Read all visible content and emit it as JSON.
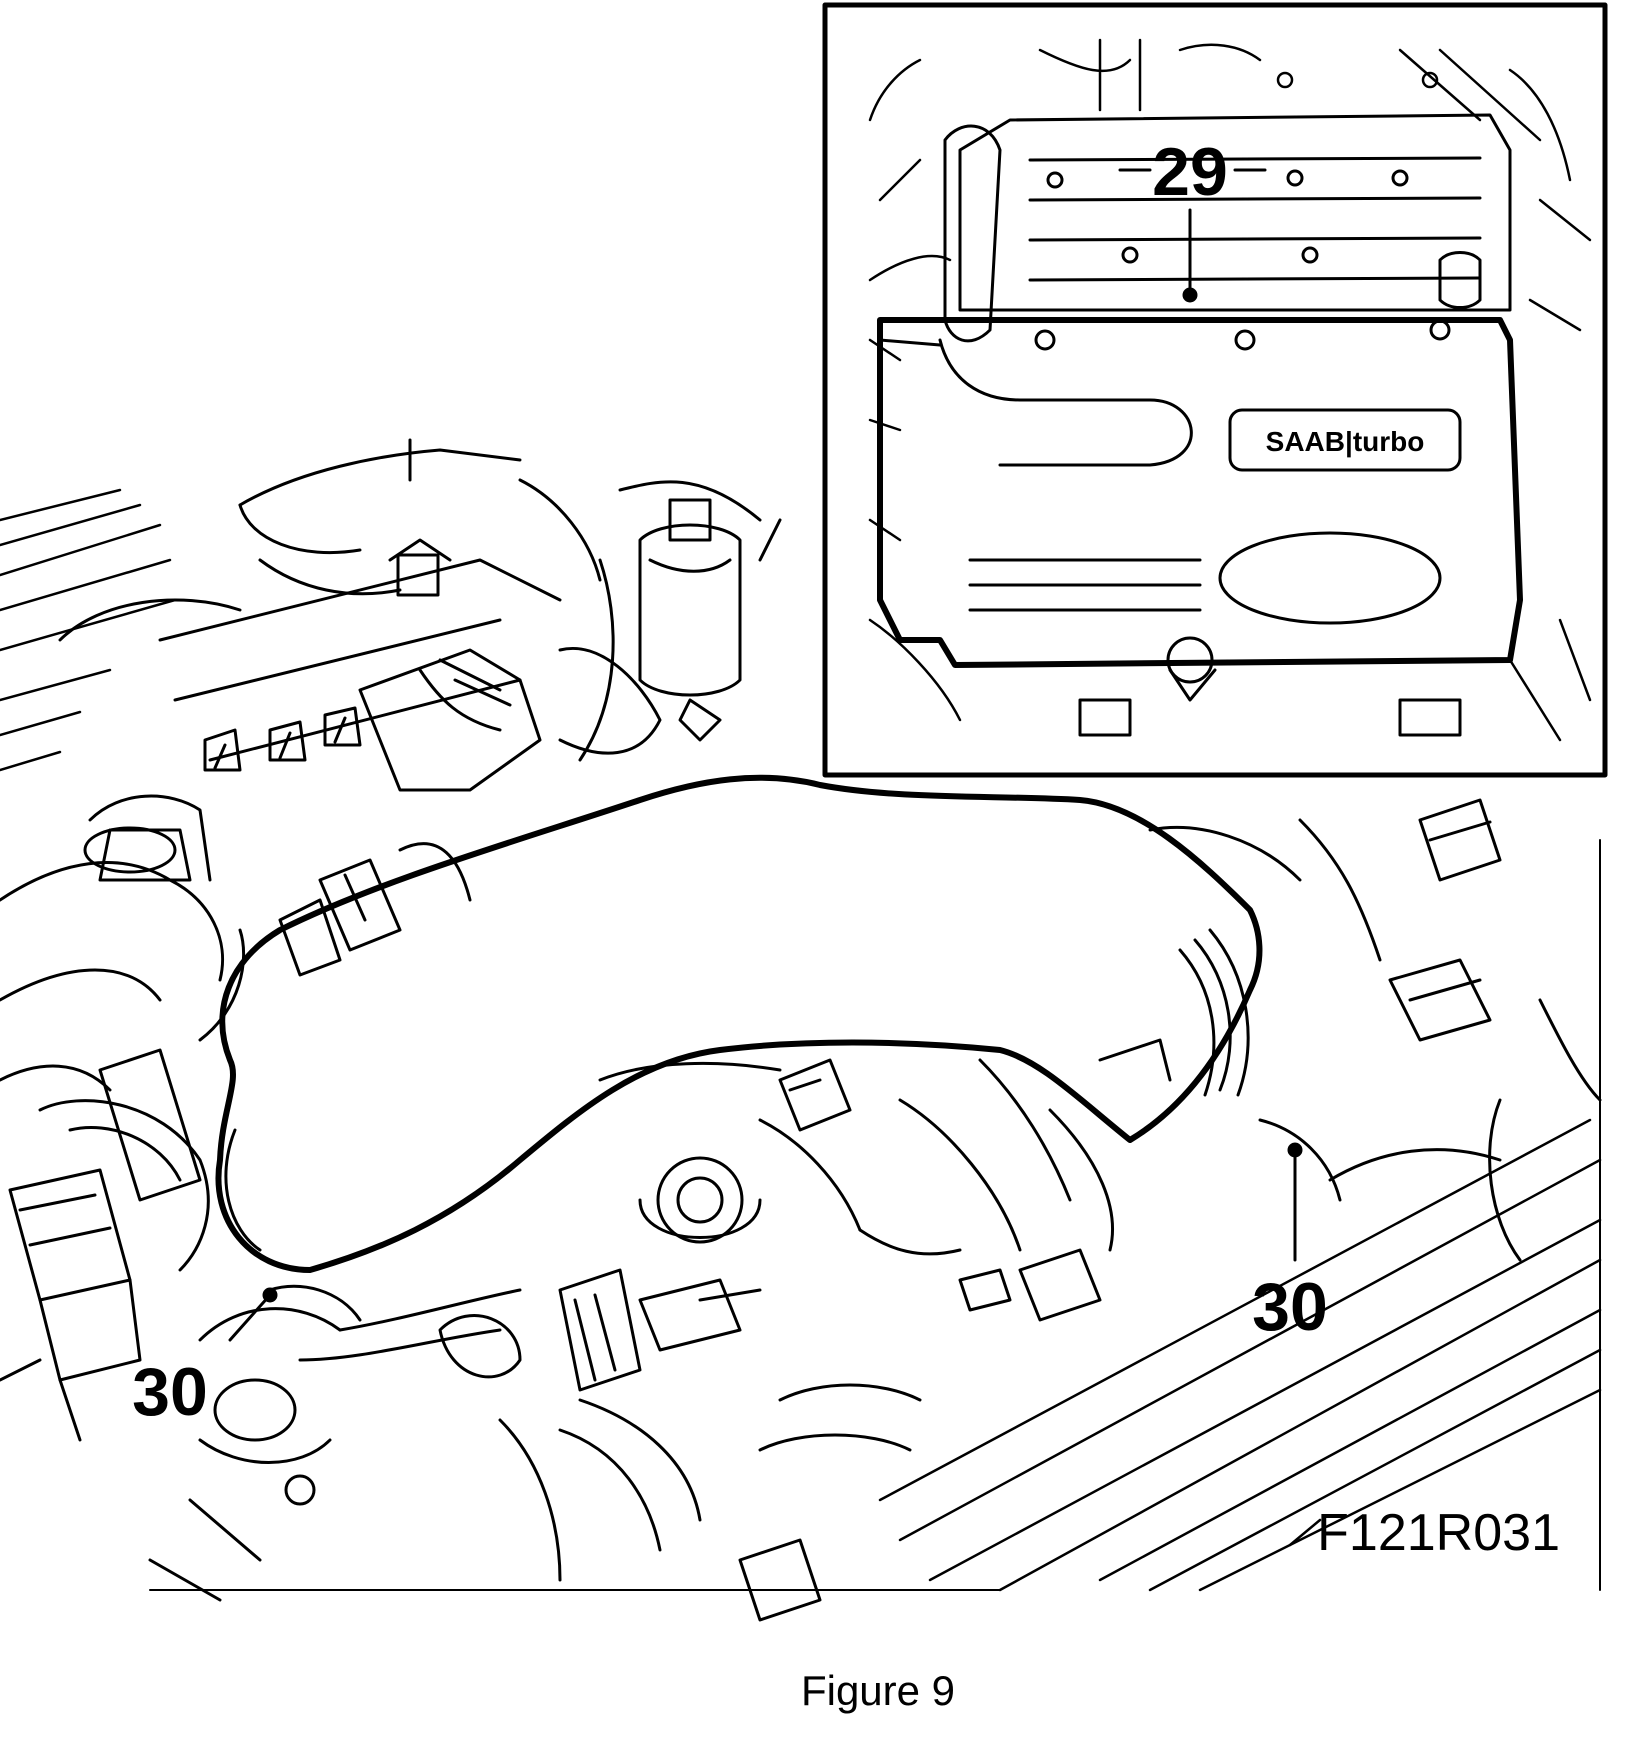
{
  "figure": {
    "caption": "Figure 9",
    "code": "F121R031"
  },
  "callouts": {
    "inset_cover": "29",
    "hose_left": "30",
    "hose_right": "30"
  },
  "inset": {
    "logo_text": "SAAB|turbo"
  },
  "colors": {
    "ink": "#000000",
    "paper": "#ffffff"
  }
}
